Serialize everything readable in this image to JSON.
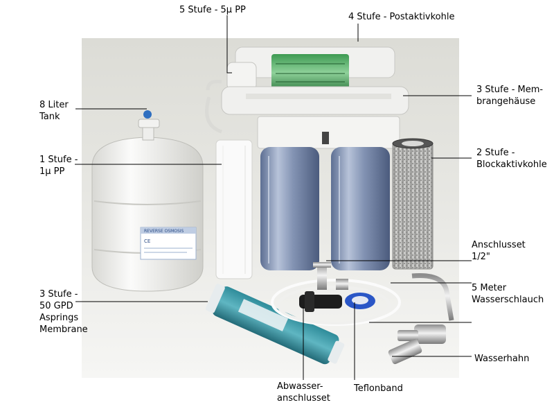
{
  "labels": {
    "stage5": "5 Stufe - 5µ PP",
    "stage4": "4 Stufe - Postaktivkohle",
    "stage3_housing": "3 Stufe - Mem-\nbrangehäuse",
    "tank": "8 Liter\nTank",
    "stage2": "2 Stufe -\nBlockaktivkohle",
    "stage1": "1 Stufe -\n1µ PP",
    "connector": "Anschlusset\n1/2\"",
    "hose": "5 Meter\nWasserschlauch",
    "stage3_membrane": "3 Stufe -\n50 GPD\nAsprings\nMembrane",
    "faucet": "Wasserhahn",
    "drain": "Abwasser-\nanschlusset",
    "teflon": "Teflonband"
  },
  "tank_sticker": {
    "line1": "REVERSE OSMOSIS",
    "ce": "CE"
  }
}
